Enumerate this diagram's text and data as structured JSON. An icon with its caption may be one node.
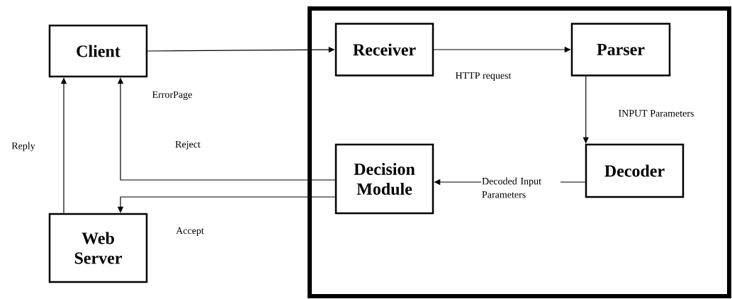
{
  "diagram": {
    "nodes": [
      {
        "text": [],
        "shape": "box"
      },
      {
        "text": [
          "Client"
        ]
      },
      {
        "text": [
          "Receiver"
        ],
        "in": 0
      },
      {
        "text": [
          "Parser"
        ],
        "in": 0
      },
      {
        "text": [
          "Decoder"
        ],
        "in": 0
      },
      {
        "text": [
          "Decision Module"
        ],
        "in": 0
      },
      {
        "text": [
          "Web Server"
        ]
      }
    ],
    "edges": [
      {
        "from": 1,
        "to": 2,
        "arrow": "to"
      },
      {
        "from": 2,
        "to": 3,
        "arrow": "to",
        "label": "HTTP request"
      },
      {
        "from": 3,
        "to": 4,
        "arrow": "to",
        "label": "INPUT Parameters"
      },
      {
        "from": 4,
        "to": 5,
        "arrow": "to",
        "label": "Decoded Input Parameters"
      },
      {
        "from": 5,
        "to": 1,
        "arrow": "to",
        "label": "Reject"
      },
      {
        "from": 5,
        "to": 6,
        "arrow": "to",
        "label": "Accept"
      },
      {
        "from": 6,
        "to": 1,
        "arrow": "to",
        "label": "Reply"
      }
    ],
    "labels": [
      "ErrorPage"
    ]
  }
}
